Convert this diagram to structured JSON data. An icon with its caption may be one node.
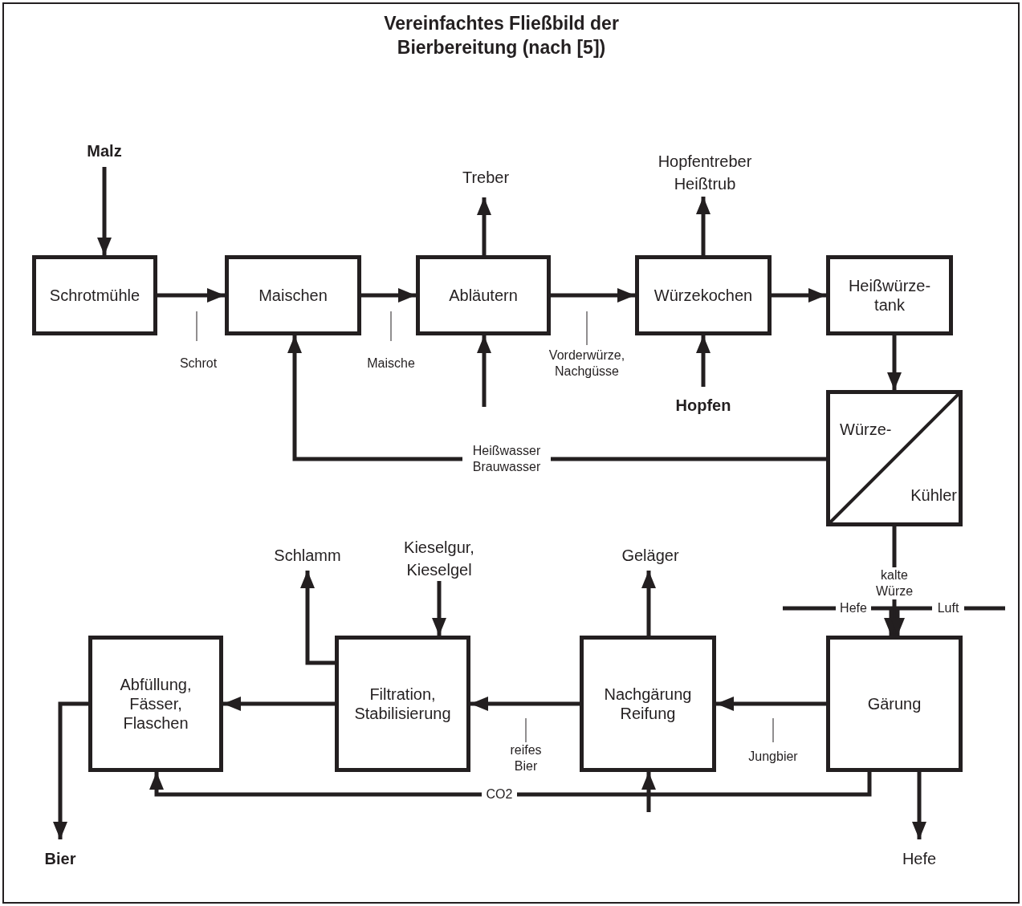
{
  "diagram": {
    "title": "Vereinfachtes Fließbild der Bierbereitung (nach [5])",
    "nodes": [
      {
        "text": [
          "Schrotmühle"
        ]
      },
      {
        "text": [
          "Maischen"
        ]
      },
      {
        "text": [
          "Abläutern"
        ]
      },
      {
        "text": [
          "Würzekochen"
        ]
      },
      {
        "text": [
          "Heißwürze-tank"
        ]
      },
      {
        "text": [
          "Würze-",
          "Kühler"
        ]
      },
      {
        "text": [
          "Gärung"
        ]
      },
      {
        "text": [
          "Nachgärung Reifung"
        ]
      },
      {
        "text": [
          "Filtration, Stabilisierung"
        ]
      },
      {
        "text": [
          "Abfüllung, Fässer, Flaschen"
        ]
      },
      {
        "text": [
          "Malz"
        ]
      },
      {
        "text": [
          "Treber"
        ]
      },
      {
        "text": [
          "Hopfentreber Heißtrub"
        ]
      },
      {
        "text": [
          "Hopfen"
        ]
      },
      {
        "text": [
          "Schlamm"
        ]
      },
      {
        "text": [
          "Kieselgur, Kieselgel"
        ]
      },
      {
        "text": [
          "Geläger"
        ]
      },
      {
        "text": [
          "Bier"
        ]
      },
      {
        "text": [
          "Hefe"
        ]
      }
    ],
    "edges": [
      {
        "from": 10,
        "to": 0,
        "arrow": "to"
      },
      {
        "from": 0,
        "to": 1,
        "arrow": "to",
        "label": "Schrot"
      },
      {
        "from": 1,
        "to": 2,
        "arrow": "to",
        "label": "Maische"
      },
      {
        "from": 2,
        "to": 11,
        "arrow": "to"
      },
      {
        "from": 2,
        "to": 3,
        "arrow": "to",
        "label": "Vorderwürze, Nachgüsse"
      },
      {
        "from": 3,
        "to": 12,
        "arrow": "to"
      },
      {
        "from": 13,
        "to": 3,
        "arrow": "to"
      },
      {
        "from": 3,
        "to": 4,
        "arrow": "to"
      },
      {
        "from": 4,
        "to": 5,
        "arrow": "to"
      },
      {
        "from": 5,
        "to": 1,
        "arrow": "to",
        "label": "Heißwasser Brauwasser"
      },
      {
        "from": null,
        "to": 2,
        "arrow": "to"
      },
      {
        "from": 5,
        "to": 6,
        "arrow": "to",
        "label": "kalte Würze"
      },
      {
        "from": null,
        "to": 6,
        "arrow": "to",
        "label": "Hefe"
      },
      {
        "from": null,
        "to": 6,
        "arrow": "to",
        "label": "Luft"
      },
      {
        "from": 6,
        "to": 7,
        "arrow": "to",
        "label": "Jungbier"
      },
      {
        "from": 7,
        "to": 16,
        "arrow": "to"
      },
      {
        "from": 7,
        "to": 8,
        "arrow": "to",
        "label": "reifes Bier"
      },
      {
        "from": 15,
        "to": 8,
        "arrow": "to"
      },
      {
        "from": 8,
        "to": 14,
        "arrow": "to"
      },
      {
        "from": 8,
        "to": 9,
        "arrow": "to"
      },
      {
        "from": 9,
        "to": 17,
        "arrow": "to"
      },
      {
        "from": 6,
        "to": 18,
        "arrow": "to"
      },
      {
        "from": 6,
        "to": 9,
        "arrow": "to",
        "label": "CO2"
      },
      {
        "from": null,
        "to": 7,
        "arrow": "to"
      }
    ]
  }
}
